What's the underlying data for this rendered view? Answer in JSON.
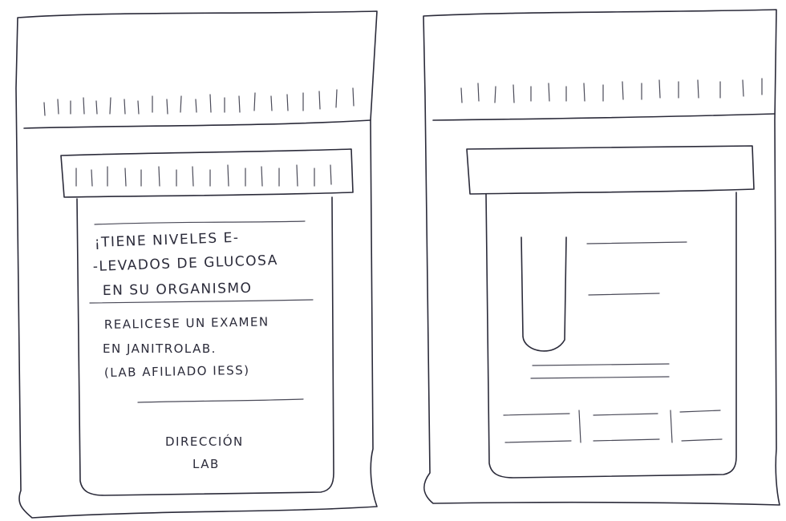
{
  "left_sketch": {
    "label_lines": [
      "¡TIENE NIVELES E-",
      "-LEVADOS DE GLUCOSA",
      "EN SU ORGANISMO"
    ],
    "body_lines": [
      "REALICESE UN EXAMEN",
      "EN JANITROLAB.",
      "(LAB AFILIADO IESS)"
    ],
    "footer_lines": [
      "DIRECCIÓN",
      "LAB"
    ]
  },
  "colors": {
    "paper": "#ffffff",
    "pencil": "#2b2b3a"
  }
}
